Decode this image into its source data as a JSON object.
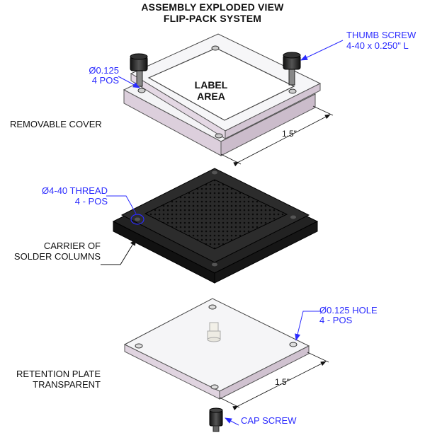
{
  "title": {
    "line1": "ASSEMBLY EXPLODED VIEW",
    "line2": "FLIP-PACK SYSTEM"
  },
  "cover": {
    "name": "REMOVABLE COVER",
    "label_area_line1": "LABEL",
    "label_area_line2": "AREA",
    "hole_dia": "Ø0.125",
    "hole_count": "4 POS",
    "screw_line1": "THUMB SCREW",
    "screw_line2": "4-40 x 0.250\" L",
    "dimension": "1.5\""
  },
  "carrier": {
    "name_line1": "CARRIER OF",
    "name_line2": "SOLDER COLUMNS",
    "thread_line1": "Ø4-40 THREAD",
    "thread_line2": "4 - POS"
  },
  "retention_plate": {
    "name_line1": "RETENTION PLATE",
    "name_line2": "TRANSPARENT",
    "hole_line1": "Ø0.125 HOLE",
    "hole_line2": "4 - POS",
    "dimension": "1.5\""
  },
  "cap_screw": "CAP SCREW",
  "colors": {
    "callout": "#2b2bff",
    "text": "#111111",
    "carrier": "#1c1c1c",
    "plate_edge": "#c8b8c8",
    "plate_face": "#f3f3f5"
  },
  "icons": [
    "thumb-screw-icon",
    "cap-screw-icon",
    "standoff-icon"
  ]
}
